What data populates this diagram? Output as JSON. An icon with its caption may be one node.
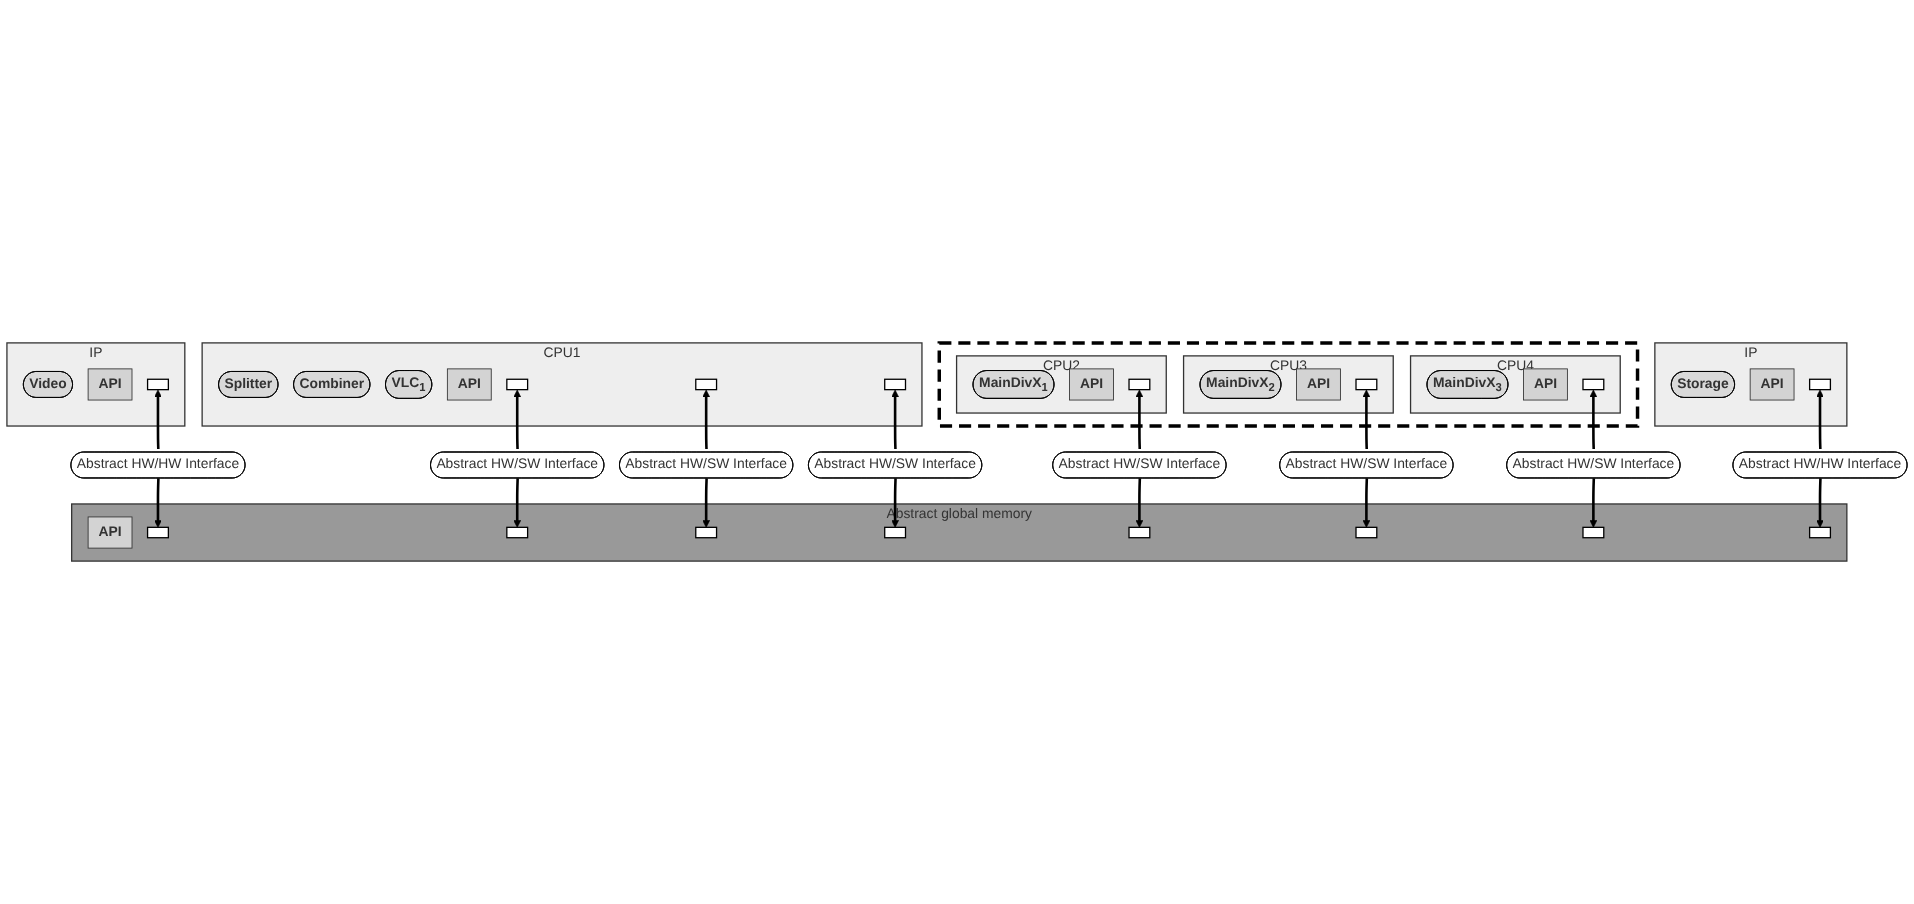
{
  "diagram": {
    "nodes": [
      {
        "text": [
          "IP"
        ]
      },
      {
        "text": [
          "Video"
        ],
        "in": 0
      },
      {
        "text": [
          "API"
        ],
        "in": 0
      },
      {
        "text": [],
        "shape": "box",
        "in": 0
      },
      {
        "text": [
          "CPU1"
        ]
      },
      {
        "text": [
          "Splitter"
        ],
        "in": 4
      },
      {
        "text": [
          "Combiner"
        ],
        "in": 4
      },
      {
        "text": [
          "VLC$_{1}$"
        ],
        "in": 4
      },
      {
        "text": [
          "API"
        ],
        "in": 4
      },
      {
        "text": [],
        "shape": "box",
        "in": 4
      },
      {
        "text": [],
        "shape": "box",
        "in": 4
      },
      {
        "text": [],
        "shape": "box",
        "in": 4
      },
      {
        "text": [],
        "shape": "box"
      },
      {
        "text": [
          "CPU2"
        ],
        "in": 12
      },
      {
        "text": [
          "MainDivX$_{1}$"
        ],
        "in": 13
      },
      {
        "text": [
          "API"
        ],
        "in": 13
      },
      {
        "text": [],
        "shape": "box",
        "in": 13
      },
      {
        "text": [
          "CPU3"
        ],
        "in": 12
      },
      {
        "text": [
          "MainDivX$_{2}$"
        ],
        "in": 17
      },
      {
        "text": [
          "API"
        ],
        "in": 17
      },
      {
        "text": [],
        "shape": "box",
        "in": 17
      },
      {
        "text": [
          "CPU4"
        ],
        "in": 12
      },
      {
        "text": [
          "MainDivX$_{3}$"
        ],
        "in": 21
      },
      {
        "text": [
          "API"
        ],
        "in": 21
      },
      {
        "text": [],
        "shape": "box",
        "in": 21
      },
      {
        "text": [
          "IP"
        ]
      },
      {
        "text": [
          "Storage"
        ],
        "in": 25
      },
      {
        "text": [
          "API"
        ],
        "in": 25
      },
      {
        "text": [],
        "shape": "box",
        "in": 25
      },
      {
        "text": [
          "Abstract HW/HW Interface"
        ]
      },
      {
        "text": [
          "Abstract HW/SW Interface"
        ]
      },
      {
        "text": [
          "Abstract HW/SW Interface"
        ]
      },
      {
        "text": [
          "Abstract HW/SW Interface"
        ]
      },
      {
        "text": [
          "Abstract HW/SW Interface"
        ]
      },
      {
        "text": [
          "Abstract HW/SW Interface"
        ]
      },
      {
        "text": [
          "Abstract HW/SW Interface"
        ]
      },
      {
        "text": [
          "Abstract HW/HW Interface"
        ]
      },
      {
        "text": [
          "Abstract global memory"
        ]
      },
      {
        "text": [
          "API"
        ],
        "in": 37
      },
      {
        "text": [],
        "shape": "box",
        "in": 37
      },
      {
        "text": [],
        "shape": "box",
        "in": 37
      },
      {
        "text": [],
        "shape": "box",
        "in": 37
      },
      {
        "text": [],
        "shape": "box",
        "in": 37
      },
      {
        "text": [],
        "shape": "box",
        "in": 37
      },
      {
        "text": [],
        "shape": "box",
        "in": 37
      },
      {
        "text": [],
        "shape": "box",
        "in": 37
      },
      {
        "text": [],
        "shape": "box",
        "in": 37
      }
    ],
    "edges": [
      {
        "from": 29,
        "to": 3,
        "arrow": "to"
      },
      {
        "from": 29,
        "to": 39,
        "arrow": "to"
      },
      {
        "from": 30,
        "to": 9,
        "arrow": "to"
      },
      {
        "from": 30,
        "to": 40,
        "arrow": "to"
      },
      {
        "from": 31,
        "to": 10,
        "arrow": "to"
      },
      {
        "from": 31,
        "to": 41,
        "arrow": "to"
      },
      {
        "from": 32,
        "to": 11,
        "arrow": "to"
      },
      {
        "from": 32,
        "to": 42,
        "arrow": "to"
      },
      {
        "from": 33,
        "to": 16,
        "arrow": "to"
      },
      {
        "from": 33,
        "to": 43,
        "arrow": "to"
      },
      {
        "from": 34,
        "to": 20,
        "arrow": "to"
      },
      {
        "from": 34,
        "to": 44,
        "arrow": "to"
      },
      {
        "from": 35,
        "to": 24,
        "arrow": "to"
      },
      {
        "from": 35,
        "to": 45,
        "arrow": "to"
      },
      {
        "from": 36,
        "to": 28,
        "arrow": "to"
      },
      {
        "from": 36,
        "to": 46,
        "arrow": "to"
      }
    ]
  }
}
